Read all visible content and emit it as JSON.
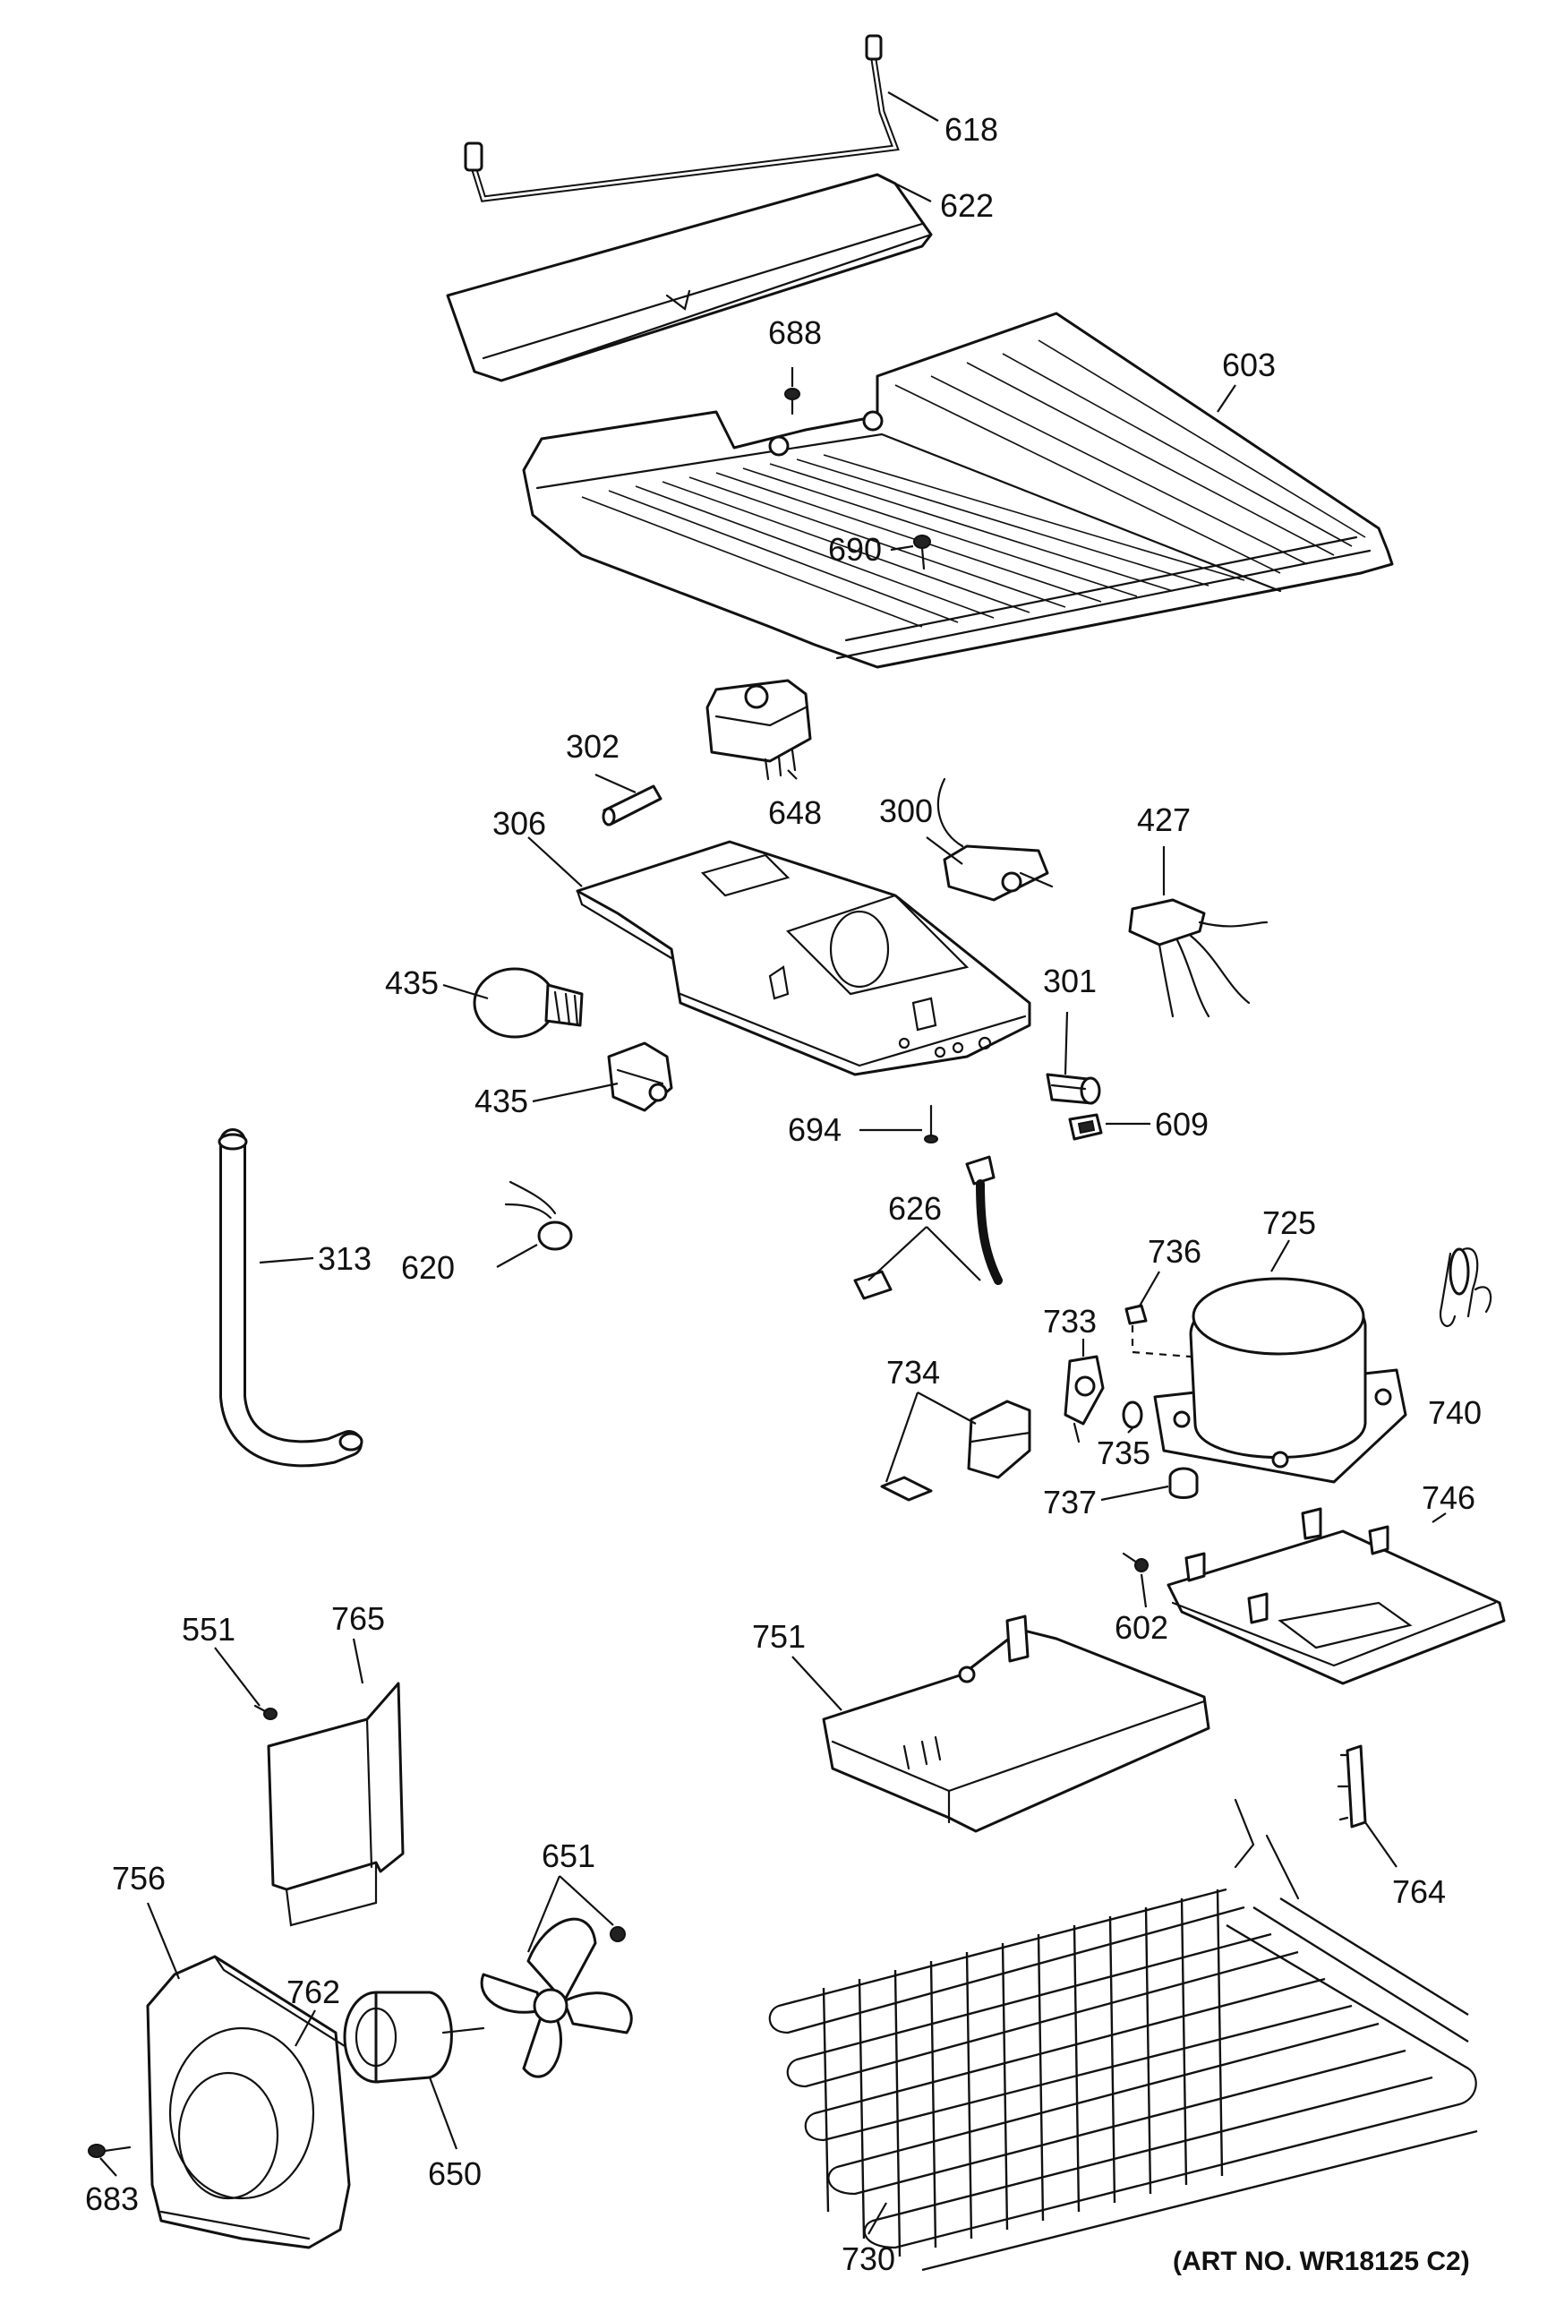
{
  "labels": {
    "p618": "618",
    "p622": "622",
    "p688": "688",
    "p603": "603",
    "p690": "690",
    "p302": "302",
    "p648": "648",
    "p300": "300",
    "p427": "427",
    "p306": "306",
    "p435a": "435",
    "p435b": "435",
    "p301": "301",
    "p694": "694",
    "p609": "609",
    "p313": "313",
    "p620": "620",
    "p626": "626",
    "p725": "725",
    "p736": "736",
    "p733": "733",
    "p734": "734",
    "p735": "735",
    "p737": "737",
    "p740": "740",
    "p746": "746",
    "p602": "602",
    "p551": "551",
    "p765": "765",
    "p751": "751",
    "p764": "764",
    "p756": "756",
    "p651": "651",
    "p762": "762",
    "p650": "650",
    "p683": "683",
    "p730": "730"
  },
  "footer": {
    "art_no": "(ART NO. WR18125 C2)"
  }
}
